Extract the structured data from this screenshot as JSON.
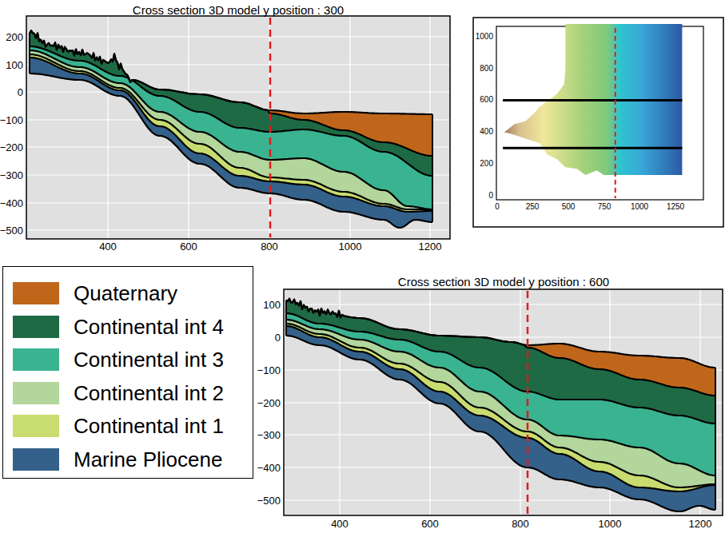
{
  "diagram": {
    "labels": [
      "Cross section 3D model y position : 300",
      "200",
      "100",
      "0",
      "−100",
      "−200",
      "−300",
      "−400",
      "−500",
      "400",
      "600",
      "800",
      "1000",
      "1200",
      "1000",
      "800",
      "600",
      "400",
      "200",
      "0",
      "0",
      "250",
      "500",
      "750",
      "1000",
      "1250",
      "Cross section 3D model y position : 600",
      "100",
      "0",
      "−100",
      "−200",
      "−300",
      "−400",
      "−500",
      "400",
      "600",
      "800",
      "1000",
      "1200"
    ],
    "legend": [
      {
        "text": "Quaternary",
        "color": "#c0661b"
      },
      {
        "text": "Continental int 4",
        "color": "#1e6a44"
      },
      {
        "text": "Continental int 3",
        "color": "#39b390"
      },
      {
        "text": "Continental int 2",
        "color": "#b2d69b"
      },
      {
        "text": "Continental int 1",
        "color": "#c9dc6f"
      },
      {
        "text": "Marine Pliocene",
        "color": "#34618a"
      }
    ]
  }
}
